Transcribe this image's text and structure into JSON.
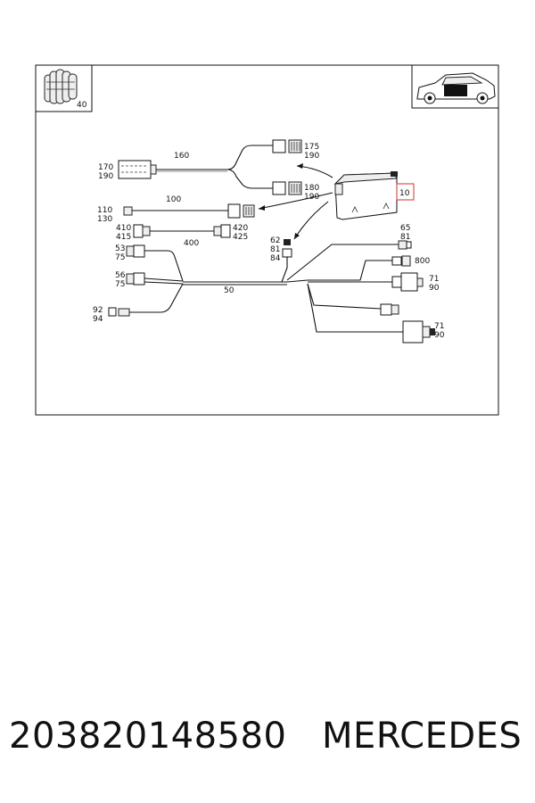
{
  "labels": {
    "l40": "40",
    "l160": "160",
    "l170": "170",
    "l190a": "190",
    "l175": "175",
    "l190b": "190",
    "l180": "180",
    "l190c": "190",
    "l10": "10",
    "l100": "100",
    "l110": "110",
    "l130": "130",
    "l410": "410",
    "l415": "415",
    "l420": "420",
    "l425": "425",
    "l400": "400",
    "l62": "62",
    "l81a": "81",
    "l84": "84",
    "l65": "65",
    "l81b": "81",
    "l53": "53",
    "l75a": "75",
    "l800": "800",
    "l71a": "71",
    "l90a": "90",
    "l56": "56",
    "l75b": "75",
    "l50": "50",
    "l92": "92",
    "l94": "94",
    "l71b": "71",
    "l90b": "90"
  },
  "highlight_color": "#d9534f",
  "footer": {
    "part_number": "203820148580",
    "brand": "MERCEDES"
  }
}
